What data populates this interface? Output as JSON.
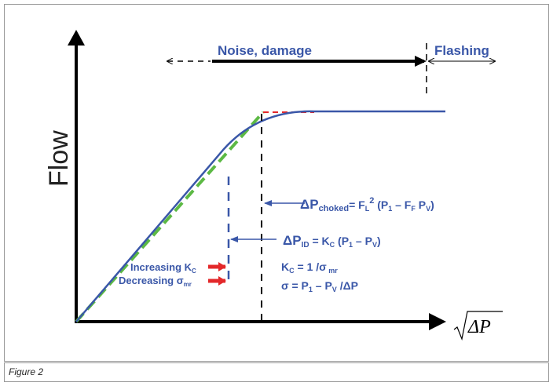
{
  "diagram": {
    "y_label": "Flow",
    "x_label": "ΔP",
    "top_labels": {
      "noise": "Noise, damage",
      "flashing": "Flashing"
    },
    "eq_choked": {
      "lhs": "ΔP",
      "sub": "choked",
      "rhs": "= F",
      "rhs_sub": "L",
      "sup": "2",
      "tail": " (P",
      "s1": "1",
      "tail2": " – F",
      "s2": "F",
      "tail3": " P",
      "s3": "V",
      "tail4": ")"
    },
    "eq_id": {
      "lhs": "ΔP",
      "sub": "ID",
      "mid": " = K",
      "msub": "C",
      "tail": " (P",
      "s1": "1",
      "tail2": " – P",
      "s2": "V",
      "tail3": ")"
    },
    "eq_kc": {
      "a": "K",
      "asub": "C",
      "b": " = 1 /σ",
      "bsub": " mr"
    },
    "eq_sigma": {
      "a": "σ = P",
      "s1": "1",
      "b": " – P",
      "s2": "V",
      "c": " /ΔP"
    },
    "increasing": {
      "text": "Increasing K",
      "sub": "C"
    },
    "decreasing": {
      "text": "Decreasing σ",
      "sub": "mr"
    }
  },
  "caption": "Figure 2"
}
